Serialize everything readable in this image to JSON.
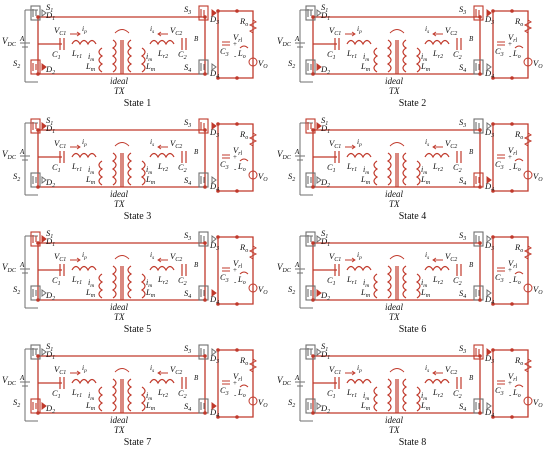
{
  "colors": {
    "active": "#c0392b",
    "inactive": "#6f6f6f",
    "label": "#111111"
  },
  "labels": {
    "vdc": "V",
    "vdc_sub": "DC",
    "a_node": "A",
    "b_node": "B",
    "s1": "S",
    "s1_sub": "1",
    "s2": "S",
    "s2_sub": "2",
    "s3": "S",
    "s3_sub": "3",
    "s4": "S",
    "s4_sub": "4",
    "d1": "D",
    "d1_sub": "1",
    "d2": "D",
    "d2_sub": "2",
    "d3": "D",
    "d3_sub": "3",
    "d4": "D",
    "d4_sub": "4",
    "c1": "C",
    "c1_sub": "1",
    "c2": "C",
    "c2_sub": "2",
    "c3": "C",
    "c3_sub": "3",
    "vc1": "V",
    "vc1_sub": "C1",
    "vc2": "V",
    "vc2_sub": "C2",
    "ip": "i",
    "ip_sub": "p",
    "is": "i",
    "is_sub": "s",
    "lr1": "L",
    "lr1_sub": "r1",
    "lr2": "L",
    "lr2_sub": "r2",
    "lm1": "L",
    "lm1_sub": "m",
    "lm2": "L",
    "lm2_sub": "m",
    "im1": "i",
    "im1_sub": "m",
    "im2": "i",
    "im2_sub": "m",
    "ideal": "ideal",
    "tx": "TX",
    "ro": "R",
    "ro_sub": "o",
    "lo": "L",
    "lo_sub": "o",
    "vrl": "V",
    "vrl_sub": "rl",
    "vo": "V",
    "vo_sub": "O",
    "plus": "+",
    "minus": "-"
  },
  "states": [
    {
      "label": "State 1",
      "active": {
        "s1": false,
        "s2": true,
        "s3": true,
        "s4": false,
        "d1": false,
        "d2": true,
        "d3": true,
        "d4": false
      }
    },
    {
      "label": "State 2",
      "active": {
        "s1": false,
        "s2": false,
        "s3": true,
        "s4": false,
        "d1": false,
        "d2": true,
        "d3": true,
        "d4": false
      }
    },
    {
      "label": "State 3",
      "active": {
        "s1": true,
        "s2": false,
        "s3": true,
        "s4": false,
        "d1": true,
        "d2": false,
        "d3": true,
        "d4": false
      }
    },
    {
      "label": "State 4",
      "active": {
        "s1": true,
        "s2": false,
        "s3": false,
        "s4": true,
        "d1": true,
        "d2": false,
        "d3": false,
        "d4": true
      }
    },
    {
      "label": "State 5",
      "active": {
        "s1": true,
        "s2": false,
        "s3": false,
        "s4": false,
        "d1": true,
        "d2": false,
        "d3": false,
        "d4": true
      }
    },
    {
      "label": "State 6",
      "active": {
        "s1": false,
        "s2": false,
        "s3": false,
        "s4": false,
        "d1": false,
        "d2": true,
        "d3": false,
        "d4": false
      }
    },
    {
      "label": "State 7",
      "active": {
        "s1": false,
        "s2": true,
        "s3": false,
        "s4": false,
        "d1": false,
        "d2": true,
        "d3": false,
        "d4": true
      }
    },
    {
      "label": "State 8",
      "active": {
        "s1": false,
        "s2": false,
        "s3": true,
        "s4": false,
        "d1": false,
        "d2": false,
        "d3": true,
        "d4": false
      }
    }
  ]
}
